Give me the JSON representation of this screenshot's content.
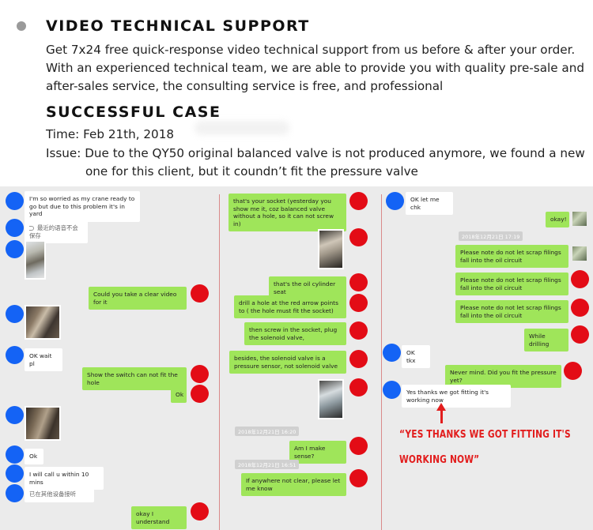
{
  "header": {
    "title1": "VIDEO TECHNICAL SUPPORT",
    "para1_line1": "Get 7x24 free quick-response video technical support from us before & after your order.",
    "para1_line2": "With an experienced technical team, we are able to provide you with quality pre-sale and",
    "para1_line3": "after-sales service, the consulting service is free, and professional",
    "title2": "SUCCESSFUL CASE",
    "time_line": "Time: Feb 21th, 2018",
    "issue_line1": "Issue: Due to the QY50 original balanced valve is not produced anymore, we found a new",
    "issue_line2": "one for this client, but it coundn’t fit the pressure valve"
  },
  "chat_left": {
    "m1": "I'm so worried as my crane ready to go but due to this problem it's in yard",
    "m2_voice": "最近的语音不会保存",
    "m3": "Could you take a clear video for it",
    "m4": "OK wait pl",
    "m5": "Show the switch can not fit the hole",
    "m6": "Ok",
    "m7": "Ok",
    "m8": "I will call u within 10 mins",
    "m9": "已在其他设备接听",
    "m10": "okay I understand"
  },
  "chat_mid": {
    "m1": "that's your socket (yesterday you show me it, coz balanced valve without a hole, so it can not screw in)",
    "m2": "that's the oil cylinder seat",
    "m3": "drill a hole at the red arrow points to ( the hole must fit the socket)",
    "m4": "then screw in the socket, plug the solenoid valve,",
    "m5": "besides, the solenoid valve is a pressure sensor, not solenoid valve",
    "ts1": "2018年12月21日 16:20",
    "m6": "Am I make sense?",
    "ts2": "2018年12月21日 16:51",
    "m7": "If anywhere not clear, please let me know"
  },
  "chat_right": {
    "m1": "OK let me chk",
    "m2": "okay!",
    "ts1": "2018年12月21日 17:19",
    "m3": "Please note do not let scrap filings fall into the oil circuit",
    "m4": "Please note do not let scrap filings fall into the oil circuit",
    "m5": "Please note do not let scrap filings fall into the oil circuit",
    "m6": "While drilling",
    "m7": "OK tkx",
    "m8": "Never mind. Did you fit the pressure yet?",
    "m9": "Yes thanks we got fitting it's working now"
  },
  "annotation": {
    "line1": "“YES THANKS WE GOT FITTING IT'S",
    "line2": "WORKING NOW”"
  },
  "colors": {
    "client_avatar": "#1463f5",
    "support_avatar": "#e30c16",
    "outgoing_bubble": "#9fe55a",
    "annotation": "#e21d1d"
  }
}
